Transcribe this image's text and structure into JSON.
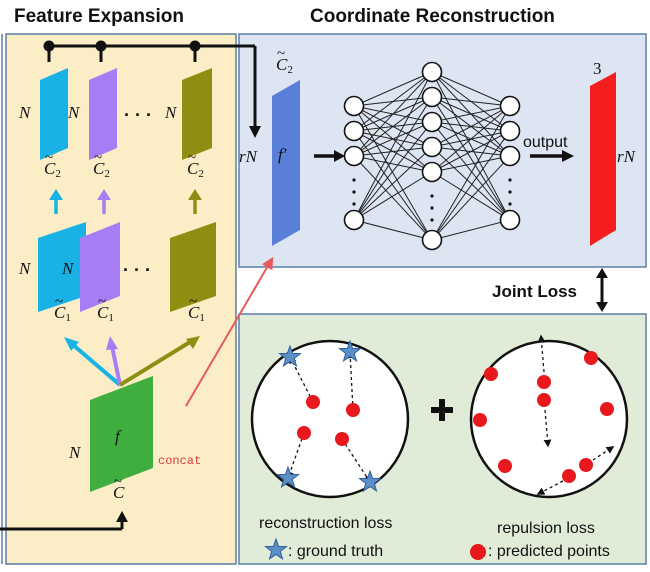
{
  "titles": {
    "left": "Feature Expansion",
    "right": "Coordinate Reconstruction"
  },
  "labels": {
    "N": "N",
    "rN": "rN",
    "C": "C",
    "f": "f",
    "f_prime": "f′",
    "dots": "· · ·",
    "three": "3",
    "sub1": "1",
    "sub2": "2",
    "concat": "concat",
    "output": "output",
    "joint_loss": "Joint Loss",
    "plus": "+",
    "reconstruction_loss": "reconstruction loss",
    "repulsion_loss": "repulsion loss",
    "ground_truth": ": ground truth",
    "predicted_points": ": predicted points"
  },
  "colors": {
    "panel_left_bg": "#fbedc6",
    "panel_right_top_bg": "#dde5f3",
    "panel_right_bottom_bg": "#e1ecd8",
    "panel_border": "#5b7fa6",
    "cyan": "#18b2e6",
    "purple": "#a77df5",
    "olive": "#8e8f12",
    "green": "#3fae3f",
    "blue": "#5a7fd9",
    "red": "#f51d1d",
    "star": "#5b8fc8",
    "dot": "#e8191c"
  }
}
